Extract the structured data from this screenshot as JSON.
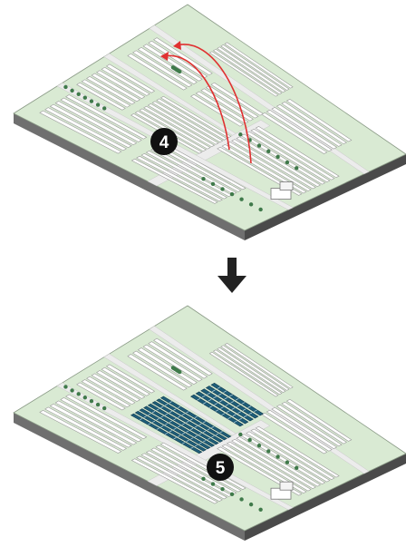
{
  "panels": [
    {
      "step_label": "4",
      "variant": "before-arrows",
      "highlight_blocks": []
    },
    {
      "step_label": "5",
      "variant": "after-panels",
      "highlight_blocks": [
        "upper-middle-block",
        "lower-center-block"
      ]
    }
  ],
  "colors": {
    "ground": "#d9ead3",
    "ground_side": "#6f6f6f",
    "ground_side_dark": "#4a4a4a",
    "road": "#ececec",
    "row": "#ffffff",
    "row_stroke": "#9a9a9a",
    "tree": "#3f7a4a",
    "relocation_arrow": "#e03131",
    "solar_panel": "#1f5e7a",
    "badge": "#111111",
    "down_arrow": "#222222"
  },
  "icons": {
    "transition": "arrow-down-icon"
  }
}
